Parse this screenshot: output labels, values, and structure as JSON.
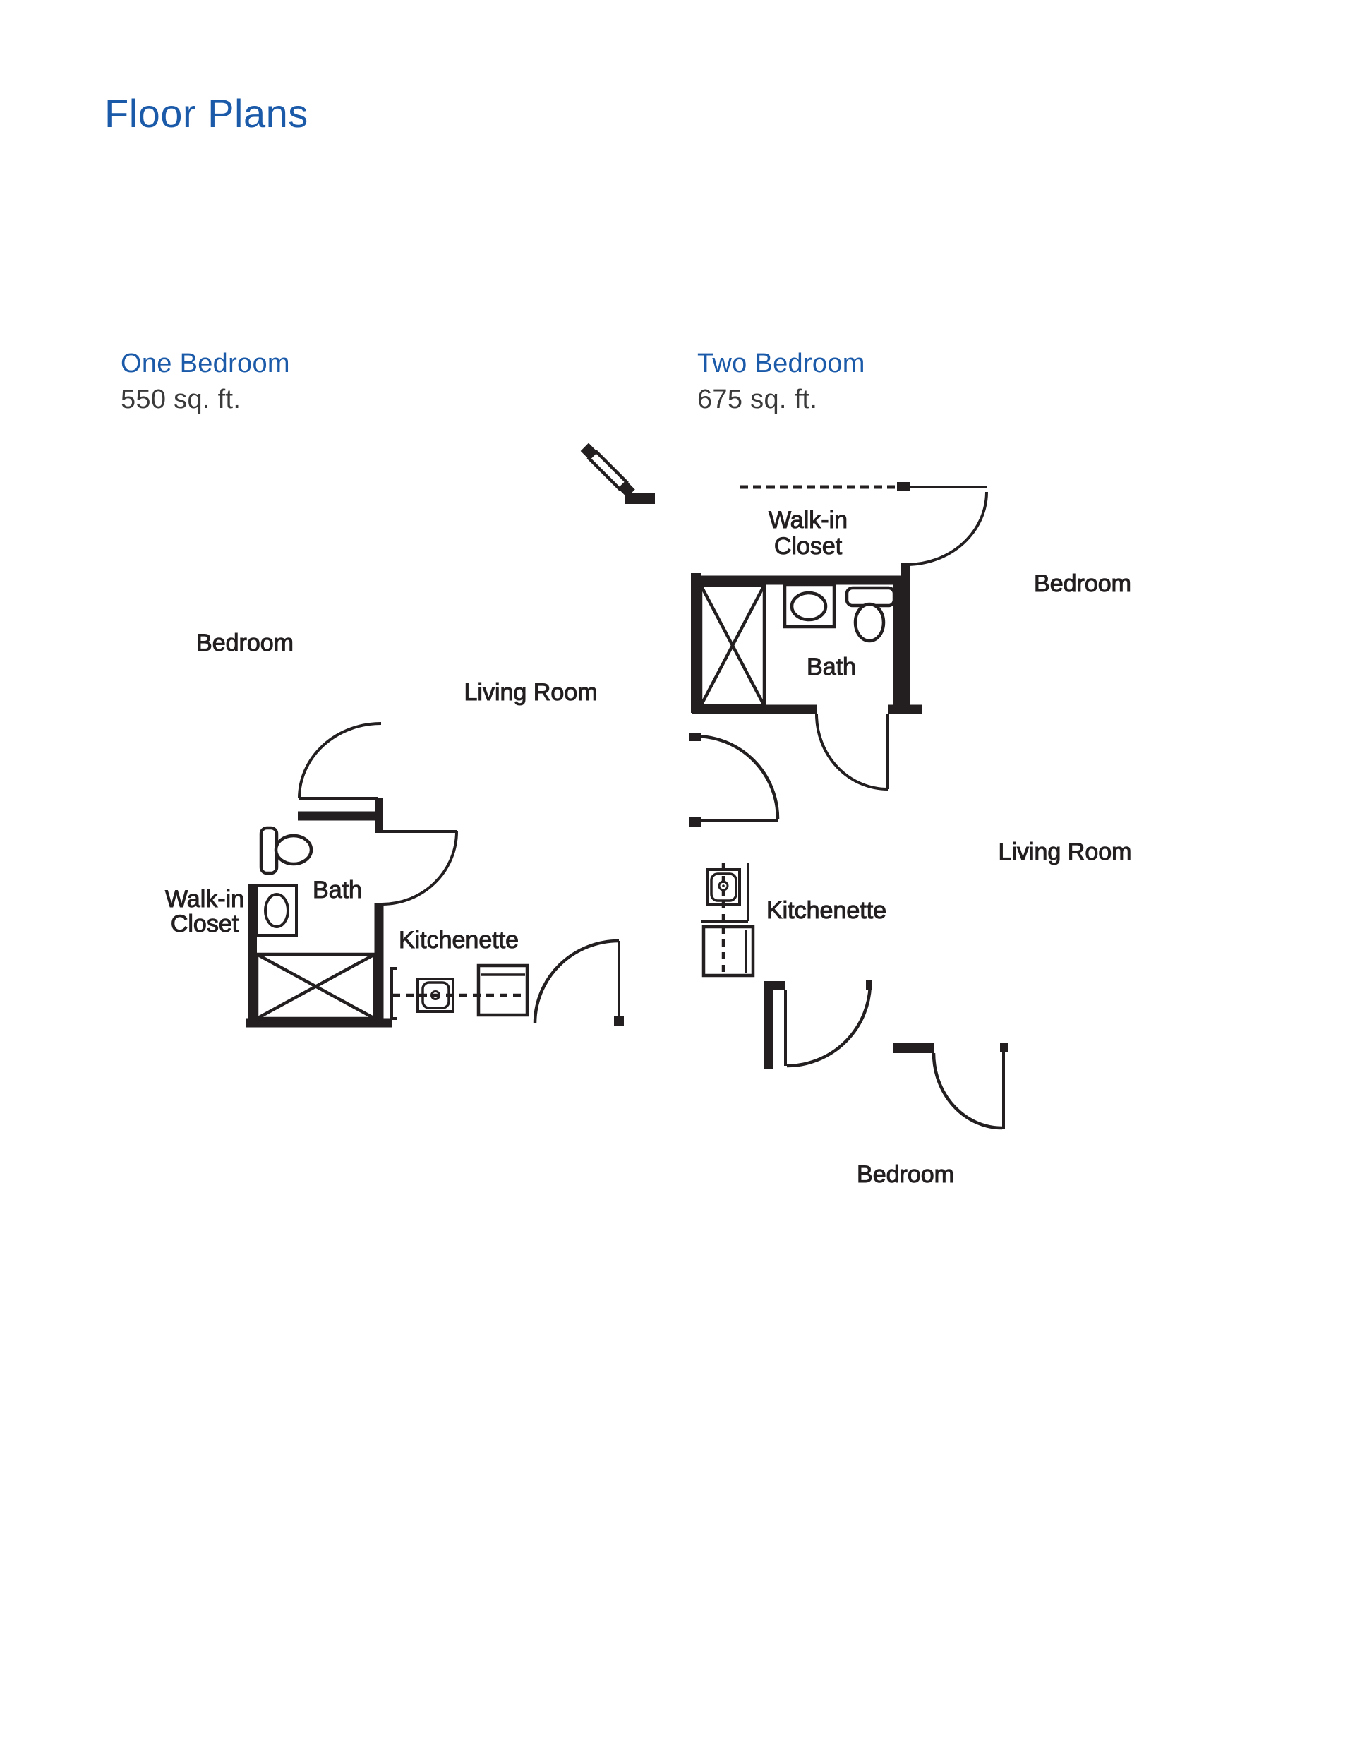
{
  "page": {
    "title": "Floor Plans",
    "background_color": "#ffffff",
    "accent_color": "#1b5aa9",
    "ink_color": "#231f20"
  },
  "plans": [
    {
      "name": "One Bedroom",
      "area": "550 sq. ft.",
      "rooms": {
        "bedroom": "Bedroom",
        "living_room": "Living Room",
        "walk_in_1": "Walk-in",
        "walk_in_2": "Closet",
        "bath": "Bath",
        "kitchenette": "Kitchenette"
      }
    },
    {
      "name": "Two Bedroom",
      "area": "675 sq. ft.",
      "rooms": {
        "walk_in_1": "Walk-in",
        "walk_in_2": "Closet",
        "bedroom_upper": "Bedroom",
        "bath": "Bath",
        "living_room": "Living Room",
        "kitchenette": "Kitchenette",
        "bedroom_lower": "Bedroom"
      }
    }
  ]
}
